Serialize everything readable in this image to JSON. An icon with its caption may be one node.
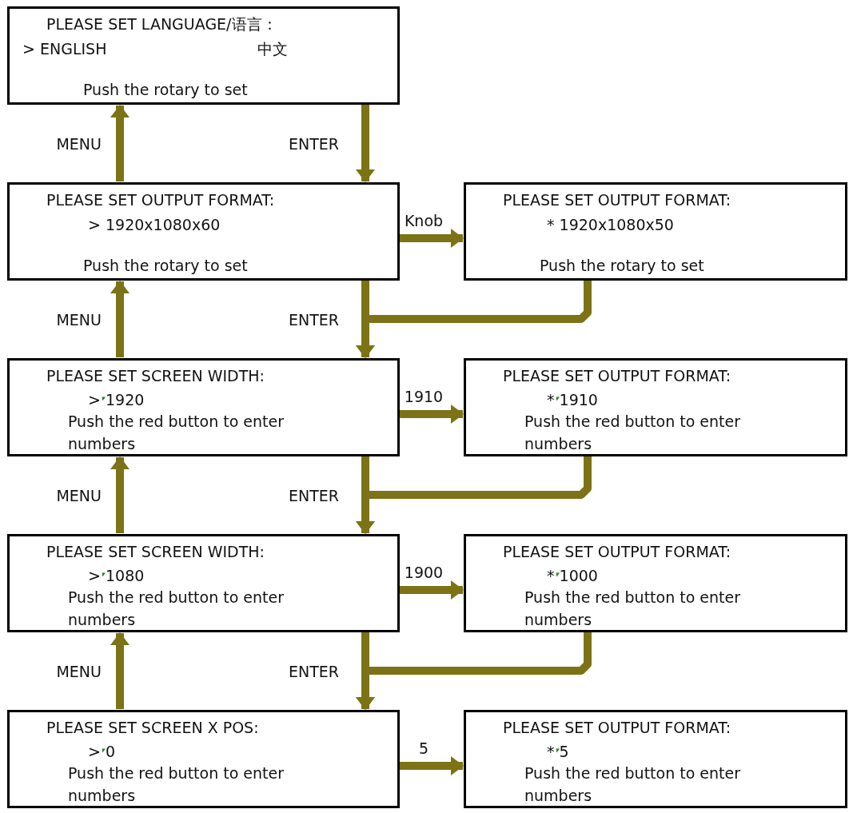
{
  "diagram": {
    "nodes": [
      {
        "text": [
          "PLEASE SET LANGUAGE/语言：",
          "> ENGLISH",
          "中文",
          "Push the rotary to set"
        ]
      },
      {
        "text": [
          "PLEASE SET OUTPUT FORMAT:",
          "> 1920x1080x60",
          "Push the rotary to set"
        ]
      },
      {
        "text": [
          "PLEASE SET OUTPUT FORMAT:",
          "* 1920x1080x50",
          "Push the rotary to set"
        ]
      },
      {
        "text": [
          "PLEASE SET SCREEN WIDTH:",
          "> 1920",
          "Push the red button to enter numbers"
        ]
      },
      {
        "text": [
          "PLEASE SET OUTPUT FORMAT:",
          "* 1910",
          "Push the red button to enter numbers"
        ]
      },
      {
        "text": [
          "PLEASE SET SCREEN WIDTH:",
          "> 1080",
          "Push the red button to enter numbers"
        ]
      },
      {
        "text": [
          "PLEASE SET OUTPUT FORMAT:",
          "* 1000",
          "Push the red button to enter numbers"
        ]
      },
      {
        "text": [
          "PLEASE SET SCREEN X POS:",
          "> 0",
          "Push the red button to enter numbers"
        ]
      },
      {
        "text": [
          "PLEASE SET OUTPUT FORMAT:",
          "* 5",
          "Push the red button to enter numbers"
        ]
      }
    ],
    "edges": [
      {
        "from": 1,
        "to": 0,
        "arrow": "to",
        "label": "MENU"
      },
      {
        "from": 0,
        "to": 1,
        "arrow": "to",
        "label": "ENTER"
      },
      {
        "from": 1,
        "to": 2,
        "arrow": "to",
        "label": "Knob"
      },
      {
        "from": 3,
        "to": 1,
        "arrow": "to",
        "label": "MENU"
      },
      {
        "from": 1,
        "to": 3,
        "arrow": "to",
        "label": "ENTER"
      },
      {
        "from": 2,
        "to": 3,
        "arrow": "to"
      },
      {
        "from": 3,
        "to": 4,
        "arrow": "to",
        "label": "1910"
      },
      {
        "from": 5,
        "to": 3,
        "arrow": "to",
        "label": "MENU"
      },
      {
        "from": 3,
        "to": 5,
        "arrow": "to",
        "label": "ENTER"
      },
      {
        "from": 4,
        "to": 5,
        "arrow": "to"
      },
      {
        "from": 5,
        "to": 6,
        "arrow": "to",
        "label": "1900"
      },
      {
        "from": 7,
        "to": 5,
        "arrow": "to",
        "label": "MENU"
      },
      {
        "from": 5,
        "to": 7,
        "arrow": "to",
        "label": "ENTER"
      },
      {
        "from": 6,
        "to": 7,
        "arrow": "to"
      },
      {
        "from": 7,
        "to": 8,
        "arrow": "to",
        "label": "5"
      }
    ]
  }
}
